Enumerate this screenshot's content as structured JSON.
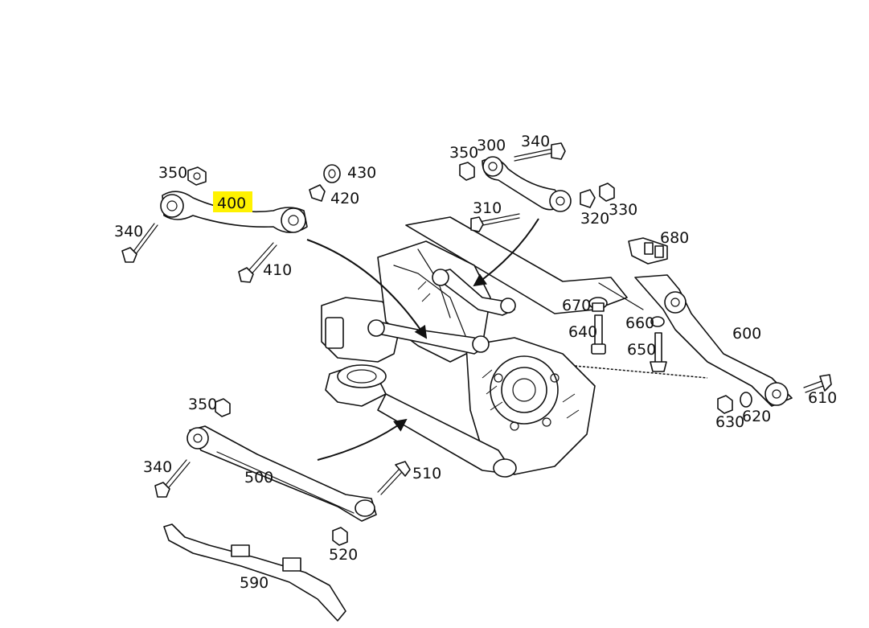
{
  "highlight_color": "#fff200",
  "highlighted_part": "400",
  "callouts": {
    "c350a": "350",
    "c400": "400",
    "c430": "430",
    "c420": "420",
    "c340a": "340",
    "c410": "410",
    "c350b": "350",
    "c300": "300",
    "c340b": "340",
    "c310": "310",
    "c320": "320",
    "c330": "330",
    "c680": "680",
    "c670": "670",
    "c640": "640",
    "c660": "660",
    "c650": "650",
    "c600": "600",
    "c610": "610",
    "c630": "630",
    "c620": "620",
    "c350c": "350",
    "c340c": "340",
    "c500": "500",
    "c510": "510",
    "c520": "520",
    "c590": "590"
  }
}
